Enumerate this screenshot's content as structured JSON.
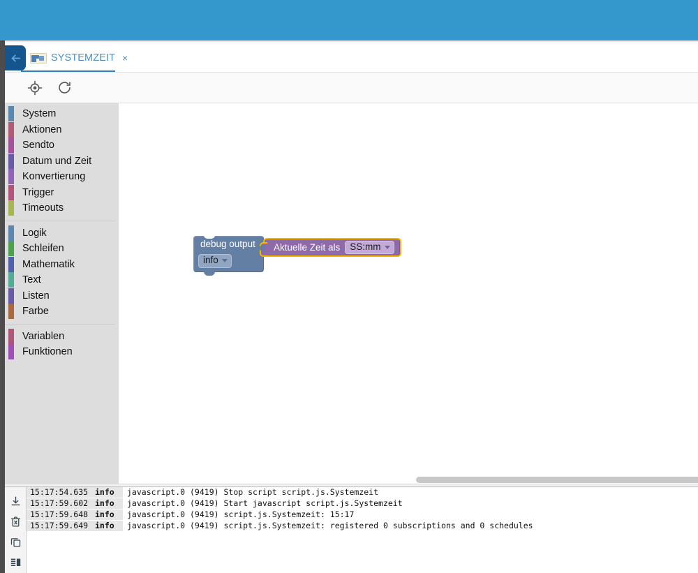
{
  "topbar": {
    "color": "#3498cd"
  },
  "tabs": {
    "back_button": "back-arrow",
    "active": {
      "label": "SYSTEMZEIT",
      "icon": "blockly-script-icon",
      "close": "×"
    }
  },
  "toolbar": {
    "buttons": [
      {
        "name": "center-blocks-button",
        "icon": "target-crosshair-icon"
      },
      {
        "name": "reload-button",
        "icon": "refresh-icon"
      }
    ]
  },
  "categories": {
    "groups": [
      {
        "items": [
          {
            "label": "System",
            "color": "#5b87b1"
          },
          {
            "label": "Aktionen",
            "color": "#b05a78"
          },
          {
            "label": "Sendto",
            "color": "#a4529f"
          },
          {
            "label": "Datum und Zeit",
            "color": "#6a5aa8"
          },
          {
            "label": "Konvertierung",
            "color": "#8f63b5"
          },
          {
            "label": "Trigger",
            "color": "#b0547c"
          },
          {
            "label": "Timeouts",
            "color": "#a9b552"
          }
        ]
      },
      {
        "items": [
          {
            "label": "Logik",
            "color": "#5b87b1"
          },
          {
            "label": "Schleifen",
            "color": "#4fa14f"
          },
          {
            "label": "Mathematik",
            "color": "#5161ac"
          },
          {
            "label": "Text",
            "color": "#56ab94"
          },
          {
            "label": "Listen",
            "color": "#6a5aa8"
          },
          {
            "label": "Farbe",
            "color": "#a9683f"
          }
        ]
      },
      {
        "items": [
          {
            "label": "Variablen",
            "color": "#b0547c"
          },
          {
            "label": "Funktionen",
            "color": "#a04fb5"
          }
        ]
      }
    ]
  },
  "workspace": {
    "blocks": {
      "debug": {
        "label": "debug output",
        "level_value": "info",
        "color": "#647fa4"
      },
      "value": {
        "label": "Aktuelle Zeit als",
        "format_value": "SS:mm",
        "color": "#8e6aab",
        "selected_outline": "#f5b800"
      }
    }
  },
  "log": {
    "tools": [
      {
        "name": "download-log-icon"
      },
      {
        "name": "clear-log-icon"
      },
      {
        "name": "copy-log-icon"
      },
      {
        "name": "toggle-columns-icon"
      }
    ],
    "rows": [
      {
        "time": "15:17:54.635",
        "severity": "info",
        "message": "javascript.0 (9419) Stop script script.js.Systemzeit"
      },
      {
        "time": "15:17:59.602",
        "severity": "info",
        "message": "javascript.0 (9419) Start javascript script.js.Systemzeit"
      },
      {
        "time": "15:17:59.648",
        "severity": "info",
        "message": "javascript.0 (9419) script.js.Systemzeit: 15:17"
      },
      {
        "time": "15:17:59.649",
        "severity": "info",
        "message": "javascript.0 (9419) script.js.Systemzeit: registered 0 subscriptions and 0 schedules"
      }
    ]
  }
}
